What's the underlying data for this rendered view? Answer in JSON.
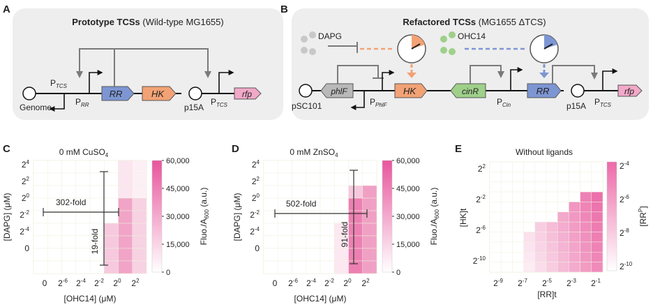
{
  "panel_a": {
    "letter": "A",
    "title_bold": "Prototype TCSs",
    "title_rest": "(Wild-type MG1655)",
    "labels": {
      "genome": "Genome",
      "p15a": "p15A",
      "p_main": "P",
      "p_tcs_sub": "TCS",
      "p_rr_sub": "RR",
      "p_tcs2_sub": "TCS"
    },
    "genes": {
      "rr": "RR",
      "hk": "HK",
      "rfp": "rfp"
    }
  },
  "panel_b": {
    "letter": "B",
    "title_bold": "Refactored TCSs",
    "title_rest": "(MG1655 ΔTCS)",
    "labels": {
      "dapg": "DAPG",
      "ohc14": "OHC14",
      "psc101": "pSC101",
      "p15a": "p15A",
      "p_main": "P",
      "p_phlf_sub": "PhlF",
      "p_cin_sub": "Cin",
      "p_tcs_sub": "TCS"
    },
    "genes": {
      "phlf": "phlF",
      "hk": "HK",
      "cinr": "cinR",
      "rr": "RR",
      "rfp": "rfp"
    }
  },
  "panel_c": {
    "letter": "C",
    "title": "0 mM CuSO",
    "title_sub": "4",
    "fold_h": "302-fold",
    "fold_v": "19-fold",
    "ylabel": "[DAPG] (μM)",
    "xlabel": "[OHC14] (μM)",
    "cbar_label": "Fluo./A",
    "cbar_label_sub": "600",
    "cbar_label_unit": "(a.u.)",
    "cbar_ticks": [
      "60,000",
      "45,000",
      "30,000",
      "15,000",
      "0"
    ]
  },
  "panel_d": {
    "letter": "D",
    "title": "0 mM ZnSO",
    "title_sub": "4",
    "fold_h": "502-fold",
    "fold_v": "91-fold",
    "ylabel": "[DAPG] (μM)",
    "xlabel": "[OHC14] (μM)",
    "cbar_label": "Fluo./A",
    "cbar_label_sub": "600",
    "cbar_label_unit": "(a.u.)",
    "cbar_ticks": [
      "60,000",
      "45,000",
      "30,000",
      "15,000",
      "0"
    ]
  },
  "panel_e": {
    "letter": "E",
    "title": "Without ligands",
    "ylabel": "[HK]t",
    "xlabel": "[RR]t",
    "cbar_label": "[RR",
    "cbar_label_sup": "P",
    "cbar_label_end": "]"
  },
  "tick_labels": {
    "dapg_y": [
      {
        "base": "2",
        "exp": "4"
      },
      {
        "base": "2",
        "exp": "2"
      },
      {
        "base": "2",
        "exp": "0"
      },
      {
        "base": "2",
        "exp": "-2"
      },
      {
        "base": "2",
        "exp": "-4"
      },
      {
        "base": "0",
        "exp": ""
      }
    ],
    "ohc_x": [
      {
        "base": "0",
        "exp": ""
      },
      {
        "base": "2",
        "exp": "-6"
      },
      {
        "base": "2",
        "exp": "-4"
      },
      {
        "base": "2",
        "exp": "-2"
      },
      {
        "base": "2",
        "exp": "0"
      },
      {
        "base": "2",
        "exp": "2"
      }
    ],
    "hk_y": [
      {
        "base": "2",
        "exp": "2"
      },
      {
        "base": "2",
        "exp": "-2"
      },
      {
        "base": "2",
        "exp": "-6"
      },
      {
        "base": "2",
        "exp": "-10"
      }
    ],
    "rr_x": [
      {
        "base": "2",
        "exp": "-9"
      },
      {
        "base": "2",
        "exp": "-7"
      },
      {
        "base": "2",
        "exp": "-5"
      },
      {
        "base": "2",
        "exp": "-3"
      },
      {
        "base": "2",
        "exp": "-1"
      }
    ],
    "rrp_cbar": [
      {
        "base": "2",
        "exp": "-4"
      },
      {
        "base": "2",
        "exp": "-6"
      },
      {
        "base": "2",
        "exp": "-8"
      },
      {
        "base": "2",
        "exp": "-10"
      }
    ]
  },
  "colors": {
    "rr_blue": "#7d96d3",
    "hk_orange": "#f2a275",
    "rfp_pink": "#f2a9c8",
    "phlf_grey": "#b9b9b9",
    "cinr_green": "#9fd08a",
    "panel_bg": "#eeeeee",
    "heat_pink": "#e8559c"
  }
}
